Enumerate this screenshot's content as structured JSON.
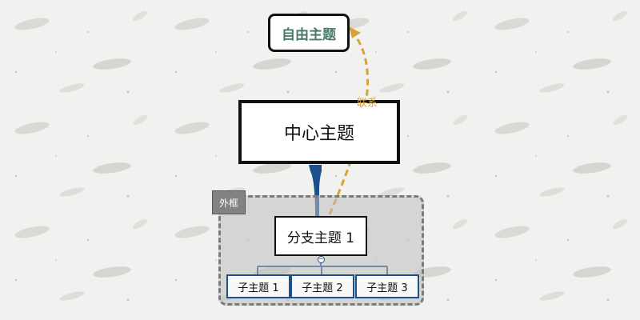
{
  "free_topic": {
    "label": "自由主题"
  },
  "central_topic": {
    "label": "中心主题"
  },
  "relationship": {
    "label": "联系",
    "color": "#d9a13b"
  },
  "boundary": {
    "label": "外框"
  },
  "branch_topic": {
    "label": "分支主题 1"
  },
  "subtopics": [
    {
      "label": "子主题 1"
    },
    {
      "label": "子主题 2"
    },
    {
      "label": "子主题 3"
    }
  ],
  "colors": {
    "branch_line": "#1c4f8c",
    "relationship_line": "#d9a13b"
  }
}
